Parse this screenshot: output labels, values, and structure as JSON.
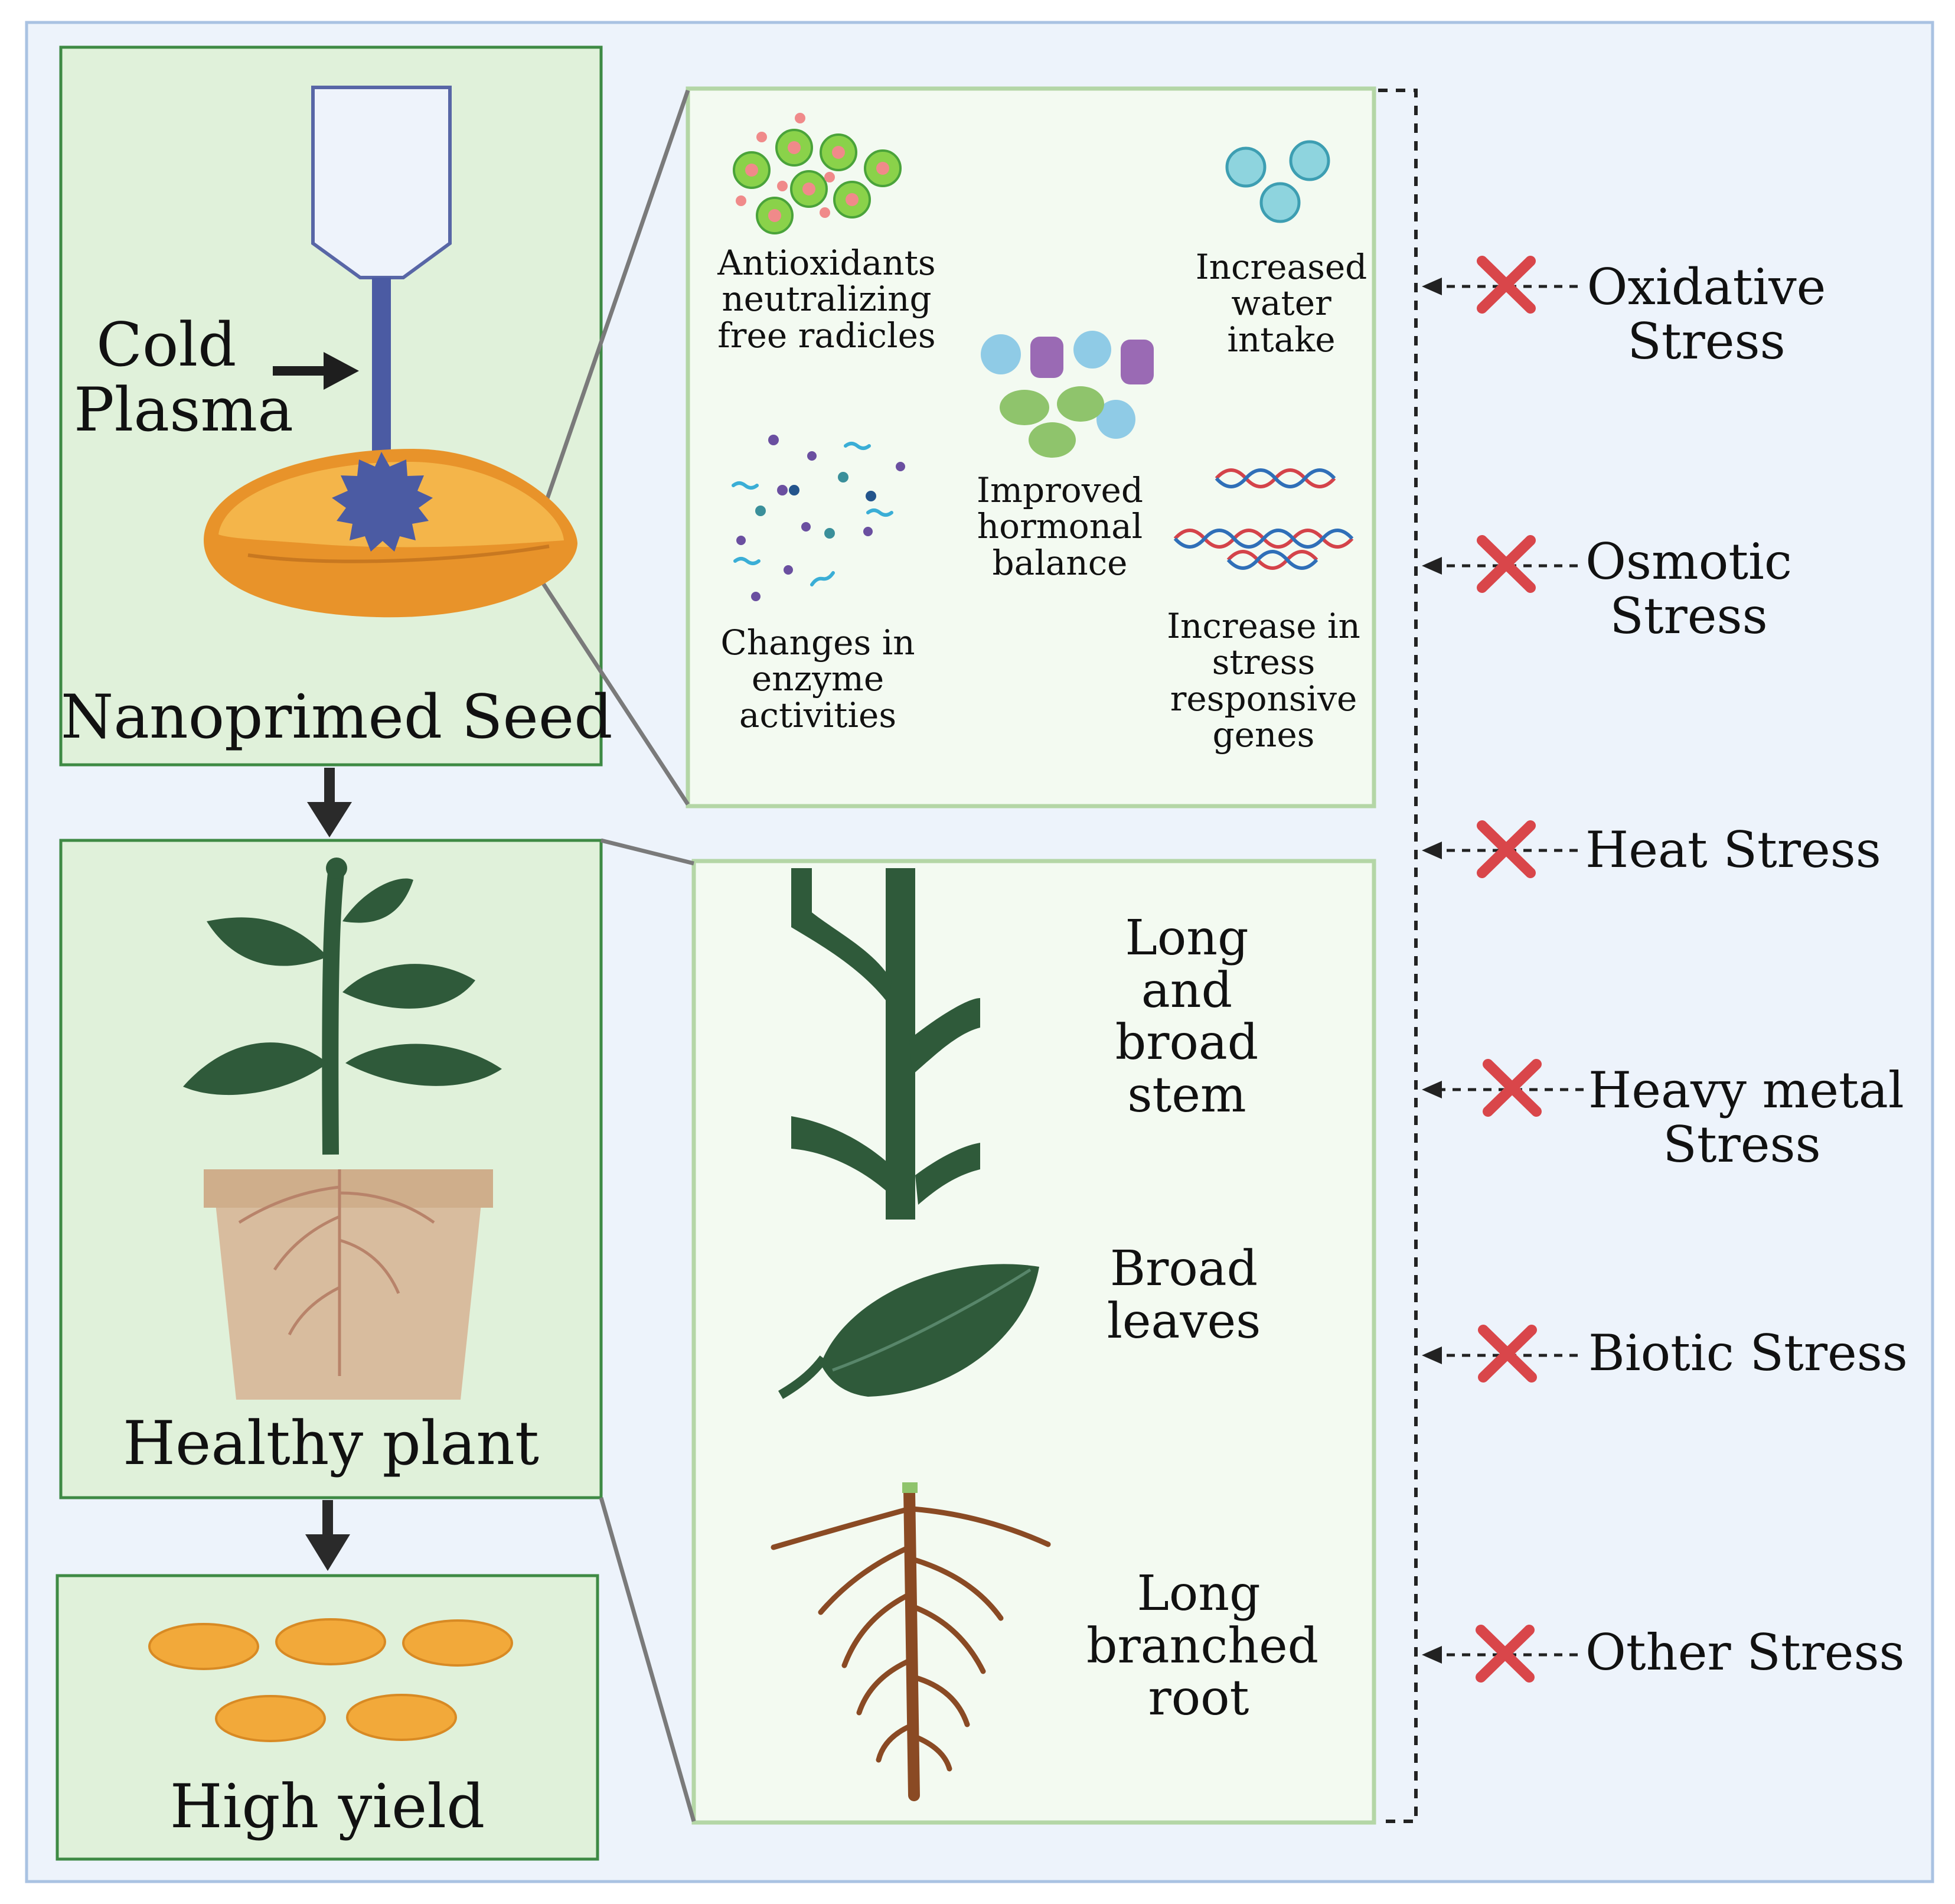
{
  "left_panels": {
    "seed": {
      "plasma_label_line1": "Cold",
      "plasma_label_line2": "Plasma",
      "title": "Nanoprimed Seed"
    },
    "plant": {
      "title": "Healthy plant"
    },
    "yield": {
      "title": "High yield"
    }
  },
  "seed_effects": {
    "antioxidants": [
      "Antioxidants",
      "neutralizing",
      "free radicles"
    ],
    "water": [
      "Increased",
      "water",
      "intake"
    ],
    "hormonal": [
      "Improved",
      "hormonal",
      "balance"
    ],
    "enzyme": [
      "Changes in",
      "enzyme",
      "activities"
    ],
    "genes": [
      "Increase in",
      "stress",
      "responsive",
      "genes"
    ]
  },
  "plant_effects": {
    "stem": [
      "Long",
      "and",
      "broad",
      "stem"
    ],
    "leaves": [
      "Broad",
      "leaves"
    ],
    "root": [
      "Long",
      "branched",
      "root"
    ]
  },
  "stresses": {
    "oxidative": [
      "Oxidative",
      "Stress"
    ],
    "osmotic": [
      "Osmotic",
      "Stress"
    ],
    "heat": [
      "Heat Stress"
    ],
    "heavy_metal": [
      "Heavy metal",
      "Stress"
    ],
    "biotic": [
      "Biotic Stress"
    ],
    "other": [
      "Other Stress"
    ]
  },
  "colors": {
    "background": "#edf3fb",
    "panel_fill": "#e0f1da",
    "panel_border": "#3e8a44",
    "detail_fill": "#f3faf1",
    "detail_border": "#b4d6a6",
    "seed_orange": "#f2a93a",
    "plasma_blue": "#4b5ba3",
    "leaf_green": "#2f5a3a",
    "root_brown": "#8a4a24",
    "cross_red": "#d9464a"
  }
}
